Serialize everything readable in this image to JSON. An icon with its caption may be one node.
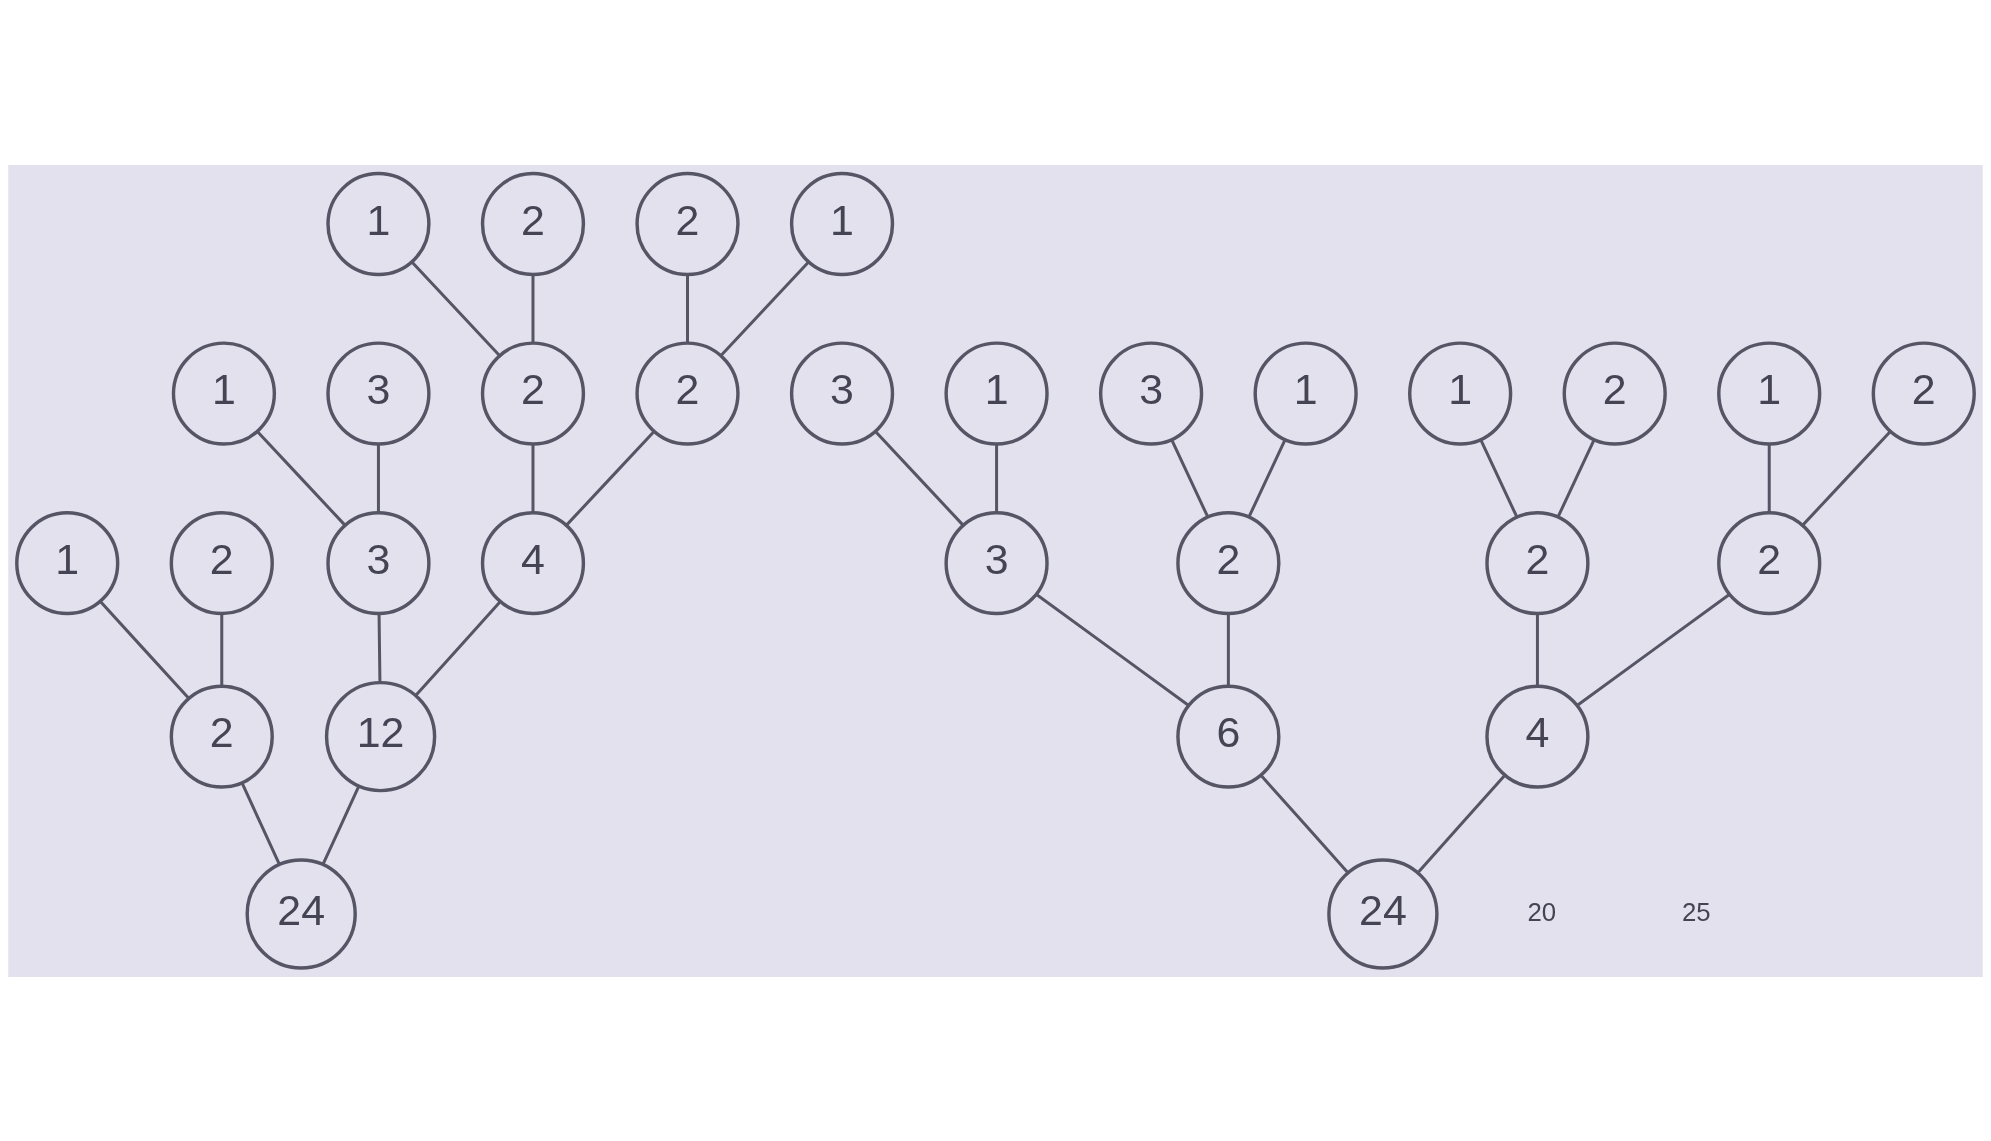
{
  "diagram": {
    "nodes": [
      {
        "text": [
          "1"
        ]
      },
      {
        "text": [
          "2"
        ]
      },
      {
        "text": [
          "2"
        ]
      },
      {
        "text": [
          "1"
        ]
      },
      {
        "text": [
          "3"
        ]
      },
      {
        "text": [
          "3"
        ]
      },
      {
        "text": [
          "4"
        ]
      },
      {
        "text": [
          "2"
        ]
      },
      {
        "text": [
          "2"
        ]
      },
      {
        "text": [
          "1"
        ]
      },
      {
        "text": [
          "2"
        ]
      },
      {
        "text": [
          "2"
        ]
      },
      {
        "text": [
          "1"
        ]
      },
      {
        "text": [
          "12"
        ]
      },
      {
        "text": [
          "24"
        ]
      },
      {
        "text": [
          "3"
        ]
      },
      {
        "text": [
          "1"
        ]
      },
      {
        "text": [
          "3"
        ]
      },
      {
        "text": [
          "3"
        ]
      },
      {
        "text": [
          "1"
        ]
      },
      {
        "text": [
          "2"
        ]
      },
      {
        "text": [
          "6"
        ]
      },
      {
        "text": [
          "1"
        ]
      },
      {
        "text": [
          "2"
        ]
      },
      {
        "text": [
          "2"
        ]
      },
      {
        "text": [
          "2"
        ]
      },
      {
        "text": [
          "1"
        ]
      },
      {
        "text": [
          "2"
        ]
      },
      {
        "text": [
          "4"
        ]
      },
      {
        "text": [
          "24"
        ]
      }
    ],
    "edges": [
      {
        "from": 14,
        "to": 2,
        "arrow": "none"
      },
      {
        "from": 14,
        "to": 13,
        "arrow": "none"
      },
      {
        "from": 2,
        "to": 0,
        "arrow": "none"
      },
      {
        "from": 2,
        "to": 1,
        "arrow": "none"
      },
      {
        "from": 13,
        "to": 5,
        "arrow": "none"
      },
      {
        "from": 13,
        "to": 6,
        "arrow": "none"
      },
      {
        "from": 5,
        "to": 3,
        "arrow": "none"
      },
      {
        "from": 5,
        "to": 4,
        "arrow": "none"
      },
      {
        "from": 6,
        "to": 7,
        "arrow": "none"
      },
      {
        "from": 6,
        "to": 8,
        "arrow": "none"
      },
      {
        "from": 7,
        "to": 9,
        "arrow": "none"
      },
      {
        "from": 7,
        "to": 10,
        "arrow": "none"
      },
      {
        "from": 8,
        "to": 11,
        "arrow": "none"
      },
      {
        "from": 8,
        "to": 12,
        "arrow": "none"
      },
      {
        "from": 29,
        "to": 21,
        "arrow": "none"
      },
      {
        "from": 29,
        "to": 28,
        "arrow": "none"
      },
      {
        "from": 21,
        "to": 17,
        "arrow": "none"
      },
      {
        "from": 21,
        "to": 20,
        "arrow": "none"
      },
      {
        "from": 17,
        "to": 15,
        "arrow": "none"
      },
      {
        "from": 17,
        "to": 16,
        "arrow": "none"
      },
      {
        "from": 20,
        "to": 18,
        "arrow": "none"
      },
      {
        "from": 20,
        "to": 19,
        "arrow": "none"
      },
      {
        "from": 28,
        "to": 24,
        "arrow": "none"
      },
      {
        "from": 28,
        "to": 25,
        "arrow": "none"
      },
      {
        "from": 24,
        "to": 22,
        "arrow": "none"
      },
      {
        "from": 24,
        "to": 23,
        "arrow": "none"
      },
      {
        "from": 25,
        "to": 26,
        "arrow": "none"
      },
      {
        "from": 25,
        "to": 27,
        "arrow": "none"
      }
    ],
    "labels": [
      "20",
      "25"
    ]
  }
}
